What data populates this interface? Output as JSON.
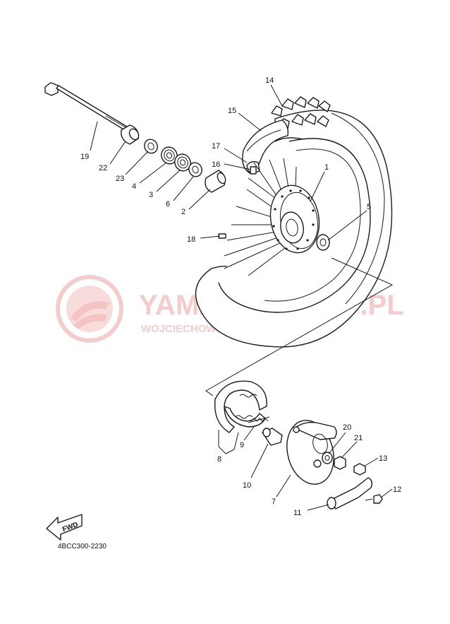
{
  "diagram_code": "4BCC300-2230",
  "fwd_label": "FWD",
  "watermark": {
    "brand": "YAMAHA-SKLEP.PL",
    "sub": "WOJCIECHOWICZ | DEALER YAMAHA",
    "color": "#f3c4c4"
  },
  "callouts": {
    "c1": "1",
    "c2": "2",
    "c3": "3",
    "c4": "4",
    "c5": "5",
    "c6": "6",
    "c7": "7",
    "c8": "8",
    "c9": "9",
    "c10": "10",
    "c11": "11",
    "c12": "12",
    "c13": "13",
    "c14": "14",
    "c15": "15",
    "c16": "16",
    "c17": "17",
    "c18": "18",
    "c19": "19",
    "c20": "20",
    "c21": "21",
    "c22": "22",
    "c23": "23"
  }
}
